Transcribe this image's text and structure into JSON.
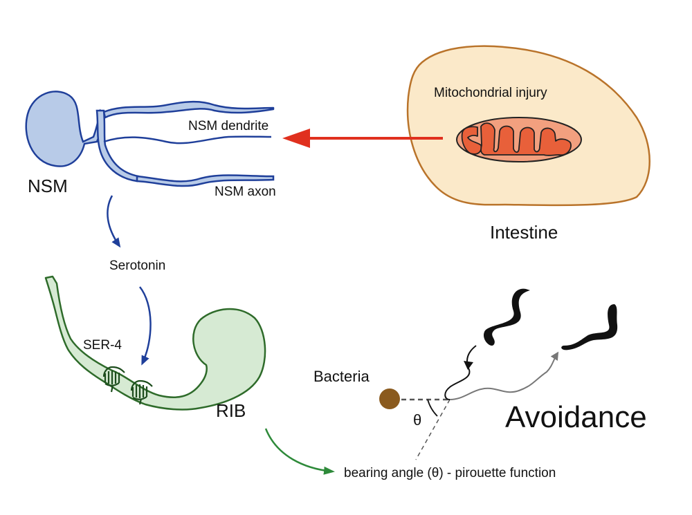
{
  "diagram": {
    "nodes": {
      "nsm": {
        "label": "NSM",
        "dendrite_label": "NSM dendrite",
        "axon_label": "NSM axon",
        "fill": "#b8cbe8",
        "stroke": "#1f3f9a"
      },
      "intestine": {
        "label": "Intestine",
        "inner_label": "Mitochondrial injury",
        "fill": "#fbe9c9",
        "stroke": "#b9732a"
      },
      "mitochondrion": {
        "outer_fill": "#f2a07f",
        "inner_fill": "#e8603a",
        "stroke": "#222222"
      },
      "serotonin": {
        "label": "Serotonin"
      },
      "rib": {
        "label": "RIB",
        "fill": "#d6ead3",
        "stroke": "#2e6b2a"
      },
      "ser4": {
        "label": "SER-4",
        "color": "#1d4d1d"
      },
      "bacteria": {
        "label": "Bacteria",
        "color": "#8a5a1e"
      },
      "angle": {
        "symbol": "θ"
      },
      "outcome": {
        "label": "Avoidance"
      },
      "behavior": {
        "label": "bearing angle (θ) - pirouette function"
      }
    },
    "edges": [
      {
        "from": "intestine",
        "to": "nsm-dendrite",
        "color": "#e0301e"
      },
      {
        "from": "nsm",
        "to": "serotonin",
        "color": "#1f3f9a"
      },
      {
        "from": "serotonin",
        "to": "ser4",
        "color": "#1f3f9a"
      },
      {
        "from": "rib",
        "to": "behavior",
        "color": "#2e8a3a"
      }
    ]
  }
}
